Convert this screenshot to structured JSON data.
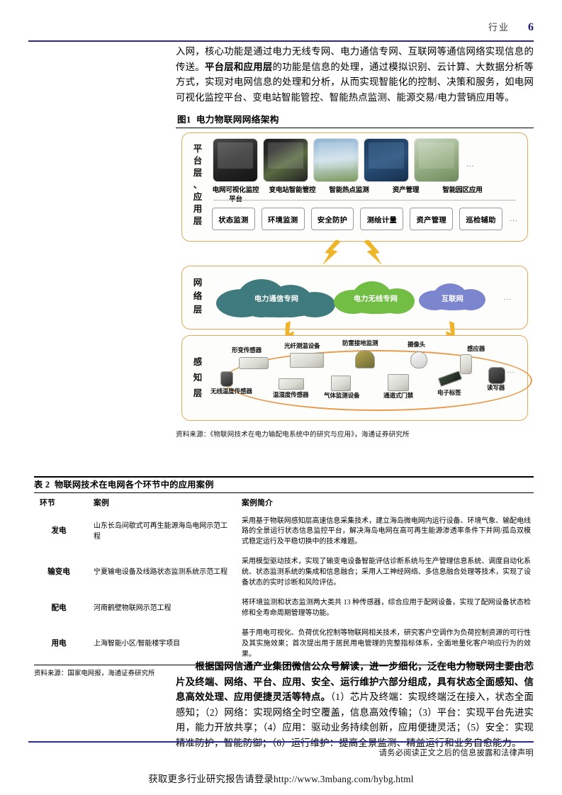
{
  "header": {
    "label": "行业",
    "page_number": "6",
    "accent_color": "#2b2b8f"
  },
  "body": {
    "top_paragraph_html": "入网，核心功能是通过电力无线专网、电力通信专网、互联网等通信网络实现信息的传送。<b>平台层和应用层</b>的功能是信息的处理，通过模拟识别、云计算、大数据分析等方式，实现对电网信息的处理和分析，从而实现智能化的控制、决策和服务，如电网可视化监控平台、变电站智能管控、智能热点监测、能源交易/电力营销应用等。",
    "bottom_paragraph_html": "　　<b>根据国网信通产业集团微信公众号解读，进一步细化，泛在电力物联网主要由芯片及终端、网络、平台、应用、安全、运行维护六部分组成，具有状态全面感知、信息高效处理、应用便捷灵活等特点。</b>（1）芯片及终端：实现终端泛在接入，状态全面感知；（2）网络：实现网络全时空覆盖，信息高效传输；（3）平台：实现平台先进实用，能力开放共享；（4）应用：驱动业务持续创新，应用便捷灵活；（5）安全：实现精准防护，智能防御；（6）运行维护：提高全景监测、精益运行和业务自愈能力。"
  },
  "figure": {
    "number": "图1",
    "title": "电力物联网网络架构",
    "source": "资料来源：《物联网技术在电力输配电系统中的研究与应用》，海通证券研究所",
    "border_color": "#e2a95b",
    "layers": [
      {
        "label": "平台层、应用层",
        "platform_captions": [
          "电网可视化监控平台",
          "变电站智能管控",
          "智能热点监测",
          "资产管理",
          "智能园区应用"
        ],
        "app_buttons": [
          "状态监测",
          "环境监测",
          "安全防护",
          "测绘计量",
          "资产管理",
          "巡检辅助"
        ],
        "ellipsis": "..."
      },
      {
        "label": "网络层",
        "clouds": [
          {
            "name": "电力通信专网",
            "color": "#3f7b7e"
          },
          {
            "name": "电力无线专网",
            "color": "#72bd44"
          },
          {
            "name": "互联网",
            "color": "#7b86cf"
          }
        ],
        "ellipsis": "..."
      },
      {
        "label": "感知层",
        "devices_top": [
          "形变传感器",
          "光纤测温设备",
          "防雷接地监测",
          "摄像头",
          "感应器"
        ],
        "devices_bottom": [
          "无线温度传感器",
          "温湿度传感器",
          "气体监测设备",
          "通道式门禁",
          "电子标签",
          "读写器"
        ],
        "ellipsis": "..."
      }
    ]
  },
  "table": {
    "number": "表 2",
    "title": "物联网技术在电网各个环节中的应用案例",
    "columns": [
      "环节",
      "案例",
      "案例简介"
    ],
    "rows": [
      {
        "link": "发电",
        "case": "山东长岛间歇式可再生能源海岛电网示范工程",
        "desc": "采用基于物联网感知层高速信息采集技术，建立海岛微电网内运行设备、环境气象、输配电线路的全景运行状态信息监控平台，解决海岛电网在高可再生能源渗透率条件下并网/孤岛双模式稳定运行及平稳切换中的技术难题。"
      },
      {
        "link": "输变电",
        "case": "宁夏输电设备及线路状态监测系统示范工程",
        "desc": "采用模型驱动技术，实现了输变电设备智能评估诊断系统与生产管理信息系统、调度自动化系统、状态监测系统的集成和信息融合；采用人工神经网络、多信息融合处理等技术，实现了设备状态的实时诊断和风险评估。"
      },
      {
        "link": "配电",
        "case": "河南鹤壁物联网示范工程",
        "desc": "将环境监测和状态监测两大类共 13 种传感器，综合应用于配网设备，实现了配网设备状态检修和全寿命周期管理等功能。"
      },
      {
        "link": "用电",
        "case": "上海智能小区/智能楼宇项目",
        "desc": "基于用电可视化、负荷优化控制等物联网相关技术，研究客户空调作为负荷控制资源的可行性及其实施效果；首次提出用于居民用电管理的完整指标体系，全面地量化客户响应行为的效果。"
      }
    ],
    "source": "资料来源：国家电网报，海通证券研究所"
  },
  "footer": {
    "disclaimer": "请务必阅读正文之后的信息披露和法律声明",
    "url_line": "获取更多行业研究报告请登录http://www.3mbang.com/hybg.html"
  }
}
